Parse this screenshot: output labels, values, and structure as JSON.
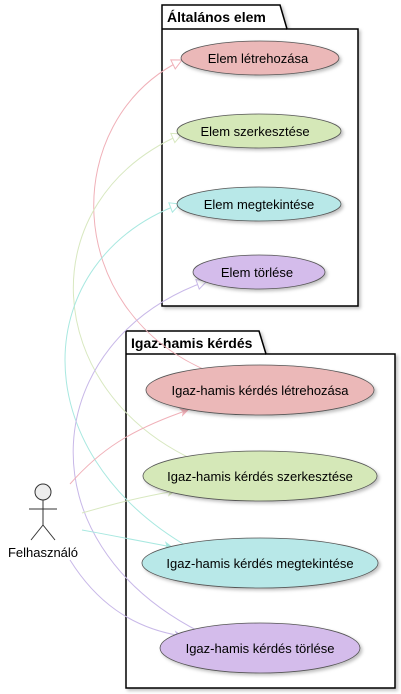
{
  "actor": {
    "label": "Felhasználó",
    "icon": "stick-figure-icon"
  },
  "packages": [
    {
      "title": "Általános elem",
      "usecases": [
        {
          "label": "Elem létrehozása",
          "color": "#EBB8B8"
        },
        {
          "label": "Elem szerkesztése",
          "color": "#D5E8B8"
        },
        {
          "label": "Elem megtekintése",
          "color": "#B8E8E8"
        },
        {
          "label": "Elem törlése",
          "color": "#D4BCEB"
        }
      ]
    },
    {
      "title": "Igaz-hamis kérdés",
      "usecases": [
        {
          "label": "Igaz-hamis kérdés létrehozása",
          "color": "#EBB8B8"
        },
        {
          "label": "Igaz-hamis kérdés szerkesztése",
          "color": "#D5E8B8"
        },
        {
          "label": "Igaz-hamis kérdés megtekintése",
          "color": "#B8E8E8"
        },
        {
          "label": "Igaz-hamis kérdés törlése",
          "color": "#D4BCEB"
        }
      ]
    }
  ],
  "colors": {
    "create_line": "#F0B0B8",
    "edit_line": "#D8E8C0",
    "view_line": "#A8E8E0",
    "delete_line": "#C8B8E8",
    "package_border": "#000000",
    "actor_fill": "#EEEEEE"
  }
}
